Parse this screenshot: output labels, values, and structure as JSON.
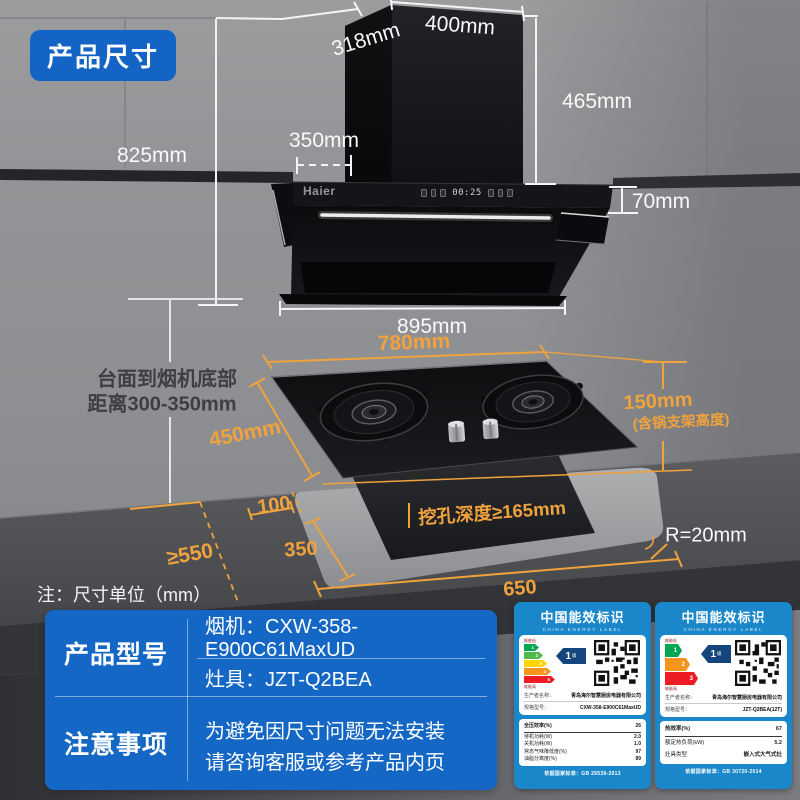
{
  "colors": {
    "accent_orange": "#F0A23C",
    "badge_blue": "#1464C6",
    "table_blue": "#1467C4",
    "energy_blue": "#1987C9"
  },
  "badge": {
    "label": "产品尺寸"
  },
  "hood": {
    "brand": "Haier",
    "display": "00:25",
    "dims": {
      "duct_depth": "318mm",
      "duct_width": "400mm",
      "duct_height": "465mm",
      "duct_setback": "350mm",
      "total_height": "825mm",
      "body_height": "70mm",
      "body_width": "895mm"
    }
  },
  "stove": {
    "dims": {
      "width": "780mm",
      "depth": "450mm",
      "height": "150mm",
      "height_note": "(含锅支架高度)"
    }
  },
  "counter": {
    "install_note_line1": "台面到烟机底部",
    "install_note_line2": "距离300-350mm",
    "cutout_gap": "100",
    "cutout_front": "350",
    "counter_depth": "≥550",
    "cutout_width": "650",
    "cutout_depth_note": "挖孔深度≥165mm",
    "corner_radius": "R=20mm"
  },
  "unit_note": "注：尺寸单位（mm）",
  "spec_table": {
    "rows": [
      {
        "label": "产品型号",
        "line1": "烟机：CXW-358-E900C61MaxUD",
        "line2": "灶具：JZT-Q2BEA"
      },
      {
        "label": "注意事项",
        "line1": "为避免因尺寸问题无法安装",
        "line2": "请咨询客服或参考产品内页"
      }
    ]
  },
  "energy_labels": [
    {
      "title": "中国能效标识",
      "subtitle": "CHINA ENERGY LABEL",
      "grade": "1",
      "grade_unit": "级",
      "scale_low": "耗能低",
      "scale_high": "耗能高",
      "grades": [
        "1",
        "2",
        "3",
        "4",
        "5"
      ],
      "producer_label": "生产者名称：",
      "producer": "青岛海尔智慧厨房电器有限公司",
      "model_label": "规格型号：",
      "model": "CXW-358-E900C61MaxUD",
      "metrics": [
        {
          "name": "全压效率(%)",
          "value": "26"
        },
        {
          "name": "待机功耗(W)",
          "value": "2.0"
        },
        {
          "name": "关机功耗(W)",
          "value": "1.0"
        },
        {
          "name": "常态气味降低度(%)",
          "value": "97"
        },
        {
          "name": "油脂分离度(%)",
          "value": "89"
        }
      ],
      "standard": "依据国家标准：GB 29539-2013"
    },
    {
      "title": "中国能效标识",
      "subtitle": "CHINA ENERGY LABEL",
      "grade": "1",
      "grade_unit": "级",
      "scale_low": "耗能低",
      "scale_high": "耗能高",
      "grades": [
        "1",
        "2",
        "3"
      ],
      "producer_label": "生产者名称：",
      "producer": "青岛海尔智慧厨房电器有限公司",
      "model_label": "规格型号：",
      "model": "JZT-Q2BEA(12T)",
      "metrics": [
        {
          "name": "热效率(%)",
          "value": "67"
        },
        {
          "name": "额定热负荷(kW)",
          "value": "5.2"
        },
        {
          "name": "灶具类型",
          "value": "嵌入式大气式灶"
        }
      ],
      "standard": "依据国家标准：GB 30720-2014"
    }
  ]
}
